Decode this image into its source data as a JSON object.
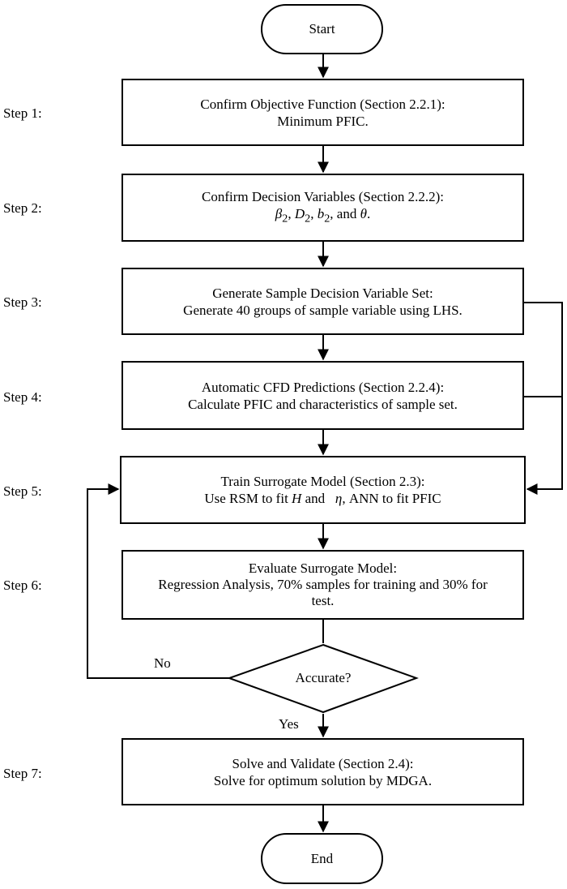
{
  "terminals": {
    "start": "Start",
    "end": "End"
  },
  "steps": [
    {
      "label": "Step 1:",
      "title": "Confirm Objective Function (Section 2.2.1):",
      "detail": "Minimum PFIC."
    },
    {
      "label": "Step 2:",
      "title": "Confirm Decision Variables (Section 2.2.2):",
      "vars": {
        "v1": "β",
        "v1_sub": "2",
        "sep1": ", ",
        "v2": "D",
        "v2_sub": "2",
        "sep2": ", ",
        "v3": "b",
        "v3_sub": "2",
        "sep3": ", and ",
        "v4": "θ",
        "end": "."
      }
    },
    {
      "label": "Step 3:",
      "title": "Generate Sample Decision Variable Set:",
      "detail": "Generate 40 groups of sample variable using LHS."
    },
    {
      "label": "Step 4:",
      "title": "Automatic CFD Predictions (Section 2.2.4):",
      "detail": "Calculate PFIC and characteristics of sample set."
    },
    {
      "label": "Step 5:",
      "title": "Train Surrogate Model (Section 2.3):",
      "detail_parts": {
        "p1": "Use RSM to fit ",
        "h": "H",
        "p2": " and ",
        "eta": "η",
        "p3": ", ANN to fit PFIC"
      }
    },
    {
      "label": "Step 6:",
      "title": "Evaluate Surrogate Model:",
      "detail": "Regression Analysis, 70% samples for training and 30% for test."
    },
    {
      "label": "Step 7:",
      "title": "Solve and Validate (Section 2.4):",
      "detail": "Solve for optimum solution by MDGA."
    }
  ],
  "decision": {
    "question": "Accurate?",
    "no": "No",
    "yes": "Yes"
  }
}
